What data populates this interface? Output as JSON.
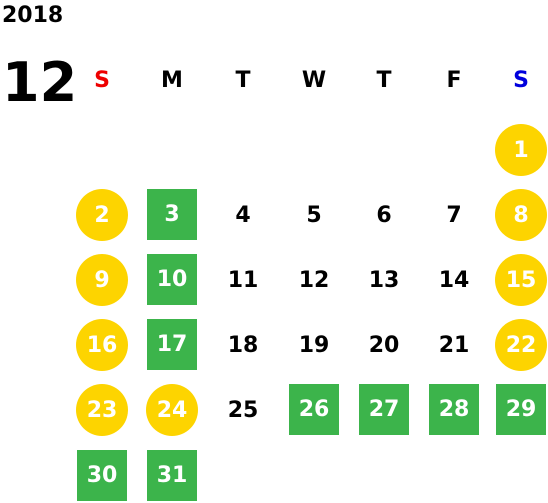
{
  "year": "2018",
  "month": "12",
  "colors": {
    "sunday_label": "#ee0000",
    "saturday_label": "#0000dd",
    "weekend_circle": "#fdd400",
    "holiday_square": "#3cb44b"
  },
  "weekdays": [
    {
      "label": "S",
      "style": "sun"
    },
    {
      "label": "M",
      "style": "normal"
    },
    {
      "label": "T",
      "style": "normal"
    },
    {
      "label": "W",
      "style": "normal"
    },
    {
      "label": "T",
      "style": "normal"
    },
    {
      "label": "F",
      "style": "normal"
    },
    {
      "label": "S",
      "style": "sat"
    }
  ],
  "days": [
    {
      "day": "1",
      "week": 0,
      "col": 6,
      "style": "circle"
    },
    {
      "day": "2",
      "week": 1,
      "col": 0,
      "style": "circle"
    },
    {
      "day": "3",
      "week": 1,
      "col": 1,
      "style": "square"
    },
    {
      "day": "4",
      "week": 1,
      "col": 2,
      "style": "plain"
    },
    {
      "day": "5",
      "week": 1,
      "col": 3,
      "style": "plain"
    },
    {
      "day": "6",
      "week": 1,
      "col": 4,
      "style": "plain"
    },
    {
      "day": "7",
      "week": 1,
      "col": 5,
      "style": "plain"
    },
    {
      "day": "8",
      "week": 1,
      "col": 6,
      "style": "circle"
    },
    {
      "day": "9",
      "week": 2,
      "col": 0,
      "style": "circle"
    },
    {
      "day": "10",
      "week": 2,
      "col": 1,
      "style": "square"
    },
    {
      "day": "11",
      "week": 2,
      "col": 2,
      "style": "plain"
    },
    {
      "day": "12",
      "week": 2,
      "col": 3,
      "style": "plain"
    },
    {
      "day": "13",
      "week": 2,
      "col": 4,
      "style": "plain"
    },
    {
      "day": "14",
      "week": 2,
      "col": 5,
      "style": "plain"
    },
    {
      "day": "15",
      "week": 2,
      "col": 6,
      "style": "circle"
    },
    {
      "day": "16",
      "week": 3,
      "col": 0,
      "style": "circle"
    },
    {
      "day": "17",
      "week": 3,
      "col": 1,
      "style": "square"
    },
    {
      "day": "18",
      "week": 3,
      "col": 2,
      "style": "plain"
    },
    {
      "day": "19",
      "week": 3,
      "col": 3,
      "style": "plain"
    },
    {
      "day": "20",
      "week": 3,
      "col": 4,
      "style": "plain"
    },
    {
      "day": "21",
      "week": 3,
      "col": 5,
      "style": "plain"
    },
    {
      "day": "22",
      "week": 3,
      "col": 6,
      "style": "circle"
    },
    {
      "day": "23",
      "week": 4,
      "col": 0,
      "style": "circle"
    },
    {
      "day": "24",
      "week": 4,
      "col": 1,
      "style": "circle"
    },
    {
      "day": "25",
      "week": 4,
      "col": 2,
      "style": "plain"
    },
    {
      "day": "26",
      "week": 4,
      "col": 3,
      "style": "square"
    },
    {
      "day": "27",
      "week": 4,
      "col": 4,
      "style": "square"
    },
    {
      "day": "28",
      "week": 4,
      "col": 5,
      "style": "square"
    },
    {
      "day": "29",
      "week": 4,
      "col": 6,
      "style": "square"
    },
    {
      "day": "30",
      "week": 5,
      "col": 0,
      "style": "square"
    },
    {
      "day": "31",
      "week": 5,
      "col": 1,
      "style": "square"
    }
  ]
}
